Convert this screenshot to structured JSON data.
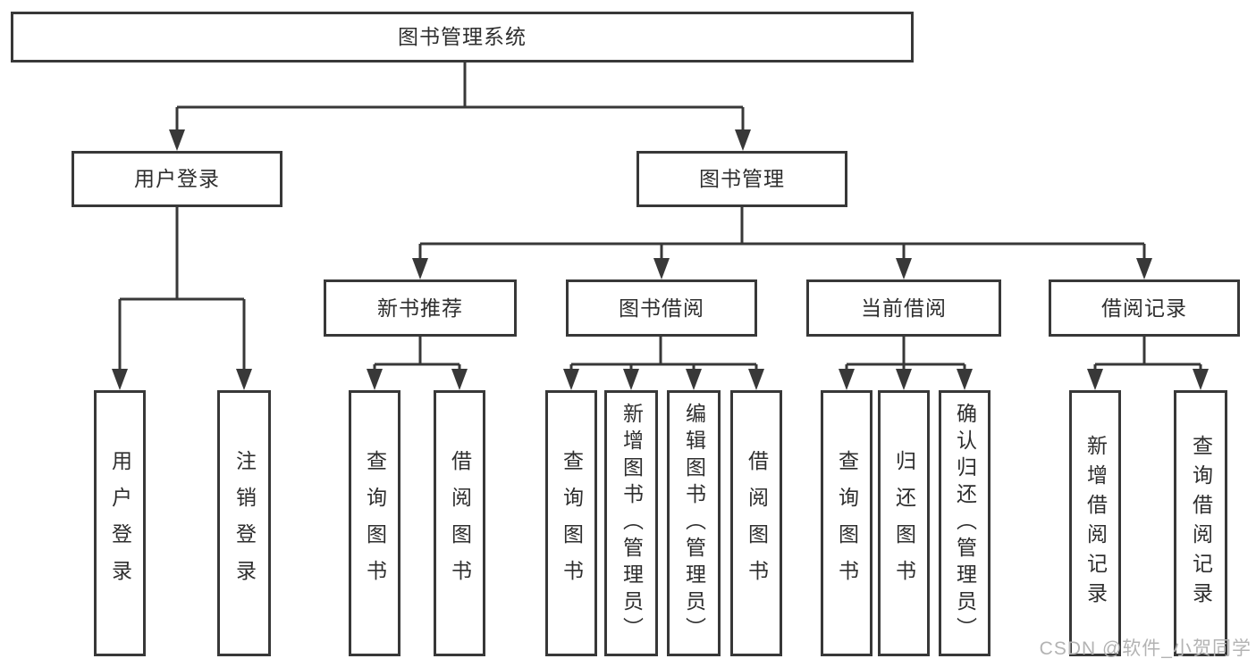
{
  "title": "图书管理系统",
  "watermark": "CSDN @软件_小贺同学",
  "colors": {
    "line": "#383838",
    "text": "#2e2e2e",
    "watermark": "#b3b3b3",
    "background": "#ffffff"
  },
  "chart_type": "hierarchy-diagram",
  "tree": {
    "root": {
      "label": "图书管理系统"
    },
    "children": [
      {
        "label": "用户登录",
        "children": [
          {
            "label": "用户登录"
          },
          {
            "label": "注销登录"
          }
        ]
      },
      {
        "label": "图书管理",
        "children": [
          {
            "label": "新书推荐",
            "children": [
              {
                "label": "查询图书"
              },
              {
                "label": "借阅图书"
              }
            ]
          },
          {
            "label": "图书借阅",
            "children": [
              {
                "label": "查询图书"
              },
              {
                "label": "新增图书（管理员）"
              },
              {
                "label": "编辑图书（管理员）"
              },
              {
                "label": "借阅图书"
              }
            ]
          },
          {
            "label": "当前借阅",
            "children": [
              {
                "label": "查询图书"
              },
              {
                "label": "归还图书"
              },
              {
                "label": "确认归还（管理员）"
              }
            ]
          },
          {
            "label": "借阅记录",
            "children": [
              {
                "label": "新增借阅记录"
              },
              {
                "label": "查询借阅记录"
              }
            ]
          }
        ]
      }
    ]
  }
}
